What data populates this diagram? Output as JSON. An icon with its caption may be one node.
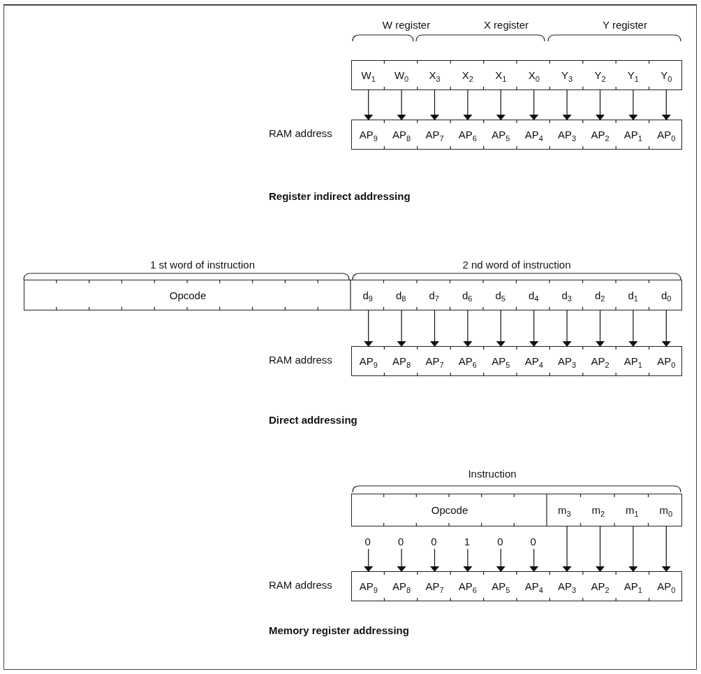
{
  "diagram": {
    "nodes": [
      {
        "text": [],
        "shape": "box"
      },
      {
        "text": [
          "W$_{1}$"
        ],
        "in": 0
      },
      {
        "text": [
          "W$_{0}$"
        ],
        "in": 0
      },
      {
        "text": [
          "X$_{3}$"
        ],
        "in": 0
      },
      {
        "text": [
          "X$_{2}$"
        ],
        "in": 0
      },
      {
        "text": [
          "X$_{1}$"
        ],
        "in": 0
      },
      {
        "text": [
          "X$_{0}$"
        ],
        "in": 0
      },
      {
        "text": [
          "Y$_{3}$"
        ],
        "in": 0
      },
      {
        "text": [
          "Y$_{2}$"
        ],
        "in": 0
      },
      {
        "text": [
          "Y$_{1}$"
        ],
        "in": 0
      },
      {
        "text": [
          "Y$_{0}$"
        ],
        "in": 0
      },
      {
        "text": [],
        "shape": "box",
        "beside": [
          "RAM address"
        ]
      },
      {
        "text": [
          "AP$_{9}$"
        ],
        "in": 11
      },
      {
        "text": [
          "AP$_{8}$"
        ],
        "in": 11
      },
      {
        "text": [
          "AP$_{7}$"
        ],
        "in": 11
      },
      {
        "text": [
          "AP$_{6}$"
        ],
        "in": 11
      },
      {
        "text": [
          "AP$_{5}$"
        ],
        "in": 11
      },
      {
        "text": [
          "AP$_{4}$"
        ],
        "in": 11
      },
      {
        "text": [
          "AP$_{3}$"
        ],
        "in": 11
      },
      {
        "text": [
          "AP$_{2}$"
        ],
        "in": 11
      },
      {
        "text": [
          "AP$_{1}$"
        ],
        "in": 11
      },
      {
        "text": [
          "AP$_{0}$"
        ],
        "in": 11
      },
      {
        "text": [],
        "shape": "box"
      },
      {
        "text": [
          "Opcode"
        ],
        "in": 22
      },
      {
        "text": [
          "d$_{9}$"
        ],
        "in": 22
      },
      {
        "text": [
          "d$_{8}$"
        ],
        "in": 22
      },
      {
        "text": [
          "d$_{7}$"
        ],
        "in": 22
      },
      {
        "text": [
          "d$_{6}$"
        ],
        "in": 22
      },
      {
        "text": [
          "d$_{5}$"
        ],
        "in": 22
      },
      {
        "text": [
          "d$_{4}$"
        ],
        "in": 22
      },
      {
        "text": [
          "d$_{3}$"
        ],
        "in": 22
      },
      {
        "text": [
          "d$_{2}$"
        ],
        "in": 22
      },
      {
        "text": [
          "d$_{1}$"
        ],
        "in": 22
      },
      {
        "text": [
          "d$_{0}$"
        ],
        "in": 22
      },
      {
        "text": [],
        "shape": "box",
        "beside": [
          "RAM address"
        ]
      },
      {
        "text": [
          "AP$_{9}$"
        ],
        "in": 34
      },
      {
        "text": [
          "AP$_{8}$"
        ],
        "in": 34
      },
      {
        "text": [
          "AP$_{7}$"
        ],
        "in": 34
      },
      {
        "text": [
          "AP$_{6}$"
        ],
        "in": 34
      },
      {
        "text": [
          "AP$_{5}$"
        ],
        "in": 34
      },
      {
        "text": [
          "AP$_{4}$"
        ],
        "in": 34
      },
      {
        "text": [
          "AP$_{3}$"
        ],
        "in": 34
      },
      {
        "text": [
          "AP$_{2}$"
        ],
        "in": 34
      },
      {
        "text": [
          "AP$_{1}$"
        ],
        "in": 34
      },
      {
        "text": [
          "AP$_{0}$"
        ],
        "in": 34
      },
      {
        "text": [],
        "shape": "box"
      },
      {
        "text": [
          "Opcode"
        ],
        "in": 45
      },
      {
        "text": [
          "m$_{3}$"
        ],
        "in": 45
      },
      {
        "text": [
          "m$_{2}$"
        ],
        "in": 45
      },
      {
        "text": [
          "m$_{1}$"
        ],
        "in": 45
      },
      {
        "text": [
          "m$_{0}$"
        ],
        "in": 45
      },
      {
        "text": [
          "0"
        ]
      },
      {
        "text": [
          "0"
        ]
      },
      {
        "text": [
          "0"
        ]
      },
      {
        "text": [
          "1"
        ]
      },
      {
        "text": [
          "0"
        ]
      },
      {
        "text": [
          "0"
        ]
      },
      {
        "text": [],
        "shape": "box",
        "beside": [
          "RAM address"
        ]
      },
      {
        "text": [
          "AP$_{9}$"
        ],
        "in": 57
      },
      {
        "text": [
          "AP$_{8}$"
        ],
        "in": 57
      },
      {
        "text": [
          "AP$_{7}$"
        ],
        "in": 57
      },
      {
        "text": [
          "AP$_{6}$"
        ],
        "in": 57
      },
      {
        "text": [
          "AP$_{5}$"
        ],
        "in": 57
      },
      {
        "text": [
          "AP$_{4}$"
        ],
        "in": 57
      },
      {
        "text": [
          "AP$_{3}$"
        ],
        "in": 57
      },
      {
        "text": [
          "AP$_{2}$"
        ],
        "in": 57
      },
      {
        "text": [
          "AP$_{1}$"
        ],
        "in": 57
      },
      {
        "text": [
          "AP$_{0}$"
        ],
        "in": 57
      }
    ],
    "edges": [
      {
        "from": 1,
        "to": 12,
        "arrow": "to"
      },
      {
        "from": 2,
        "to": 13,
        "arrow": "to"
      },
      {
        "from": 3,
        "to": 14,
        "arrow": "to"
      },
      {
        "from": 4,
        "to": 15,
        "arrow": "to"
      },
      {
        "from": 5,
        "to": 16,
        "arrow": "to"
      },
      {
        "from": 6,
        "to": 17,
        "arrow": "to"
      },
      {
        "from": 7,
        "to": 18,
        "arrow": "to"
      },
      {
        "from": 8,
        "to": 19,
        "arrow": "to"
      },
      {
        "from": 9,
        "to": 20,
        "arrow": "to"
      },
      {
        "from": 10,
        "to": 21,
        "arrow": "to"
      },
      {
        "from": 24,
        "to": 35,
        "arrow": "to"
      },
      {
        "from": 25,
        "to": 36,
        "arrow": "to"
      },
      {
        "from": 26,
        "to": 37,
        "arrow": "to"
      },
      {
        "from": 27,
        "to": 38,
        "arrow": "to"
      },
      {
        "from": 28,
        "to": 39,
        "arrow": "to"
      },
      {
        "from": 29,
        "to": 40,
        "arrow": "to"
      },
      {
        "from": 30,
        "to": 41,
        "arrow": "to"
      },
      {
        "from": 31,
        "to": 42,
        "arrow": "to"
      },
      {
        "from": 32,
        "to": 43,
        "arrow": "to"
      },
      {
        "from": 33,
        "to": 44,
        "arrow": "to"
      },
      {
        "from": 51,
        "to": 58,
        "arrow": "to"
      },
      {
        "from": 52,
        "to": 59,
        "arrow": "to"
      },
      {
        "from": 53,
        "to": 60,
        "arrow": "to"
      },
      {
        "from": 54,
        "to": 61,
        "arrow": "to"
      },
      {
        "from": 55,
        "to": 62,
        "arrow": "to"
      },
      {
        "from": 56,
        "to": 63,
        "arrow": "to"
      },
      {
        "from": 47,
        "to": 64,
        "arrow": "to"
      },
      {
        "from": 48,
        "to": 65,
        "arrow": "to"
      },
      {
        "from": 49,
        "to": 66,
        "arrow": "to"
      },
      {
        "from": 50,
        "to": 67,
        "arrow": "to"
      }
    ],
    "labels": [
      "W register",
      "X register",
      "Y register",
      "Register indirect addressing",
      "1 st word of instruction",
      "2 nd word of instruction",
      "Direct addressing",
      "Instruction",
      "Memory register addressing"
    ]
  }
}
